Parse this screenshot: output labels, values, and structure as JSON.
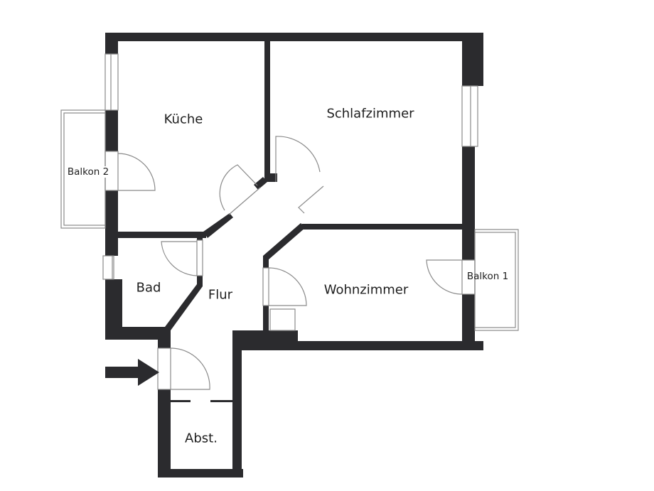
{
  "plan": {
    "wall_color": "#2b2b2e",
    "line_color": "#8a8a8a",
    "background": "#ffffff"
  },
  "rooms": {
    "kueche": "Küche",
    "schlafzimmer": "Schlafzimmer",
    "balkon2": "Balkon 2",
    "bad": "Bad",
    "flur": "Flur",
    "wohnzimmer": "Wohnzimmer",
    "balkon1": "Balkon 1",
    "abst": "Abst."
  },
  "icons": {
    "entrance": "arrow-right"
  }
}
